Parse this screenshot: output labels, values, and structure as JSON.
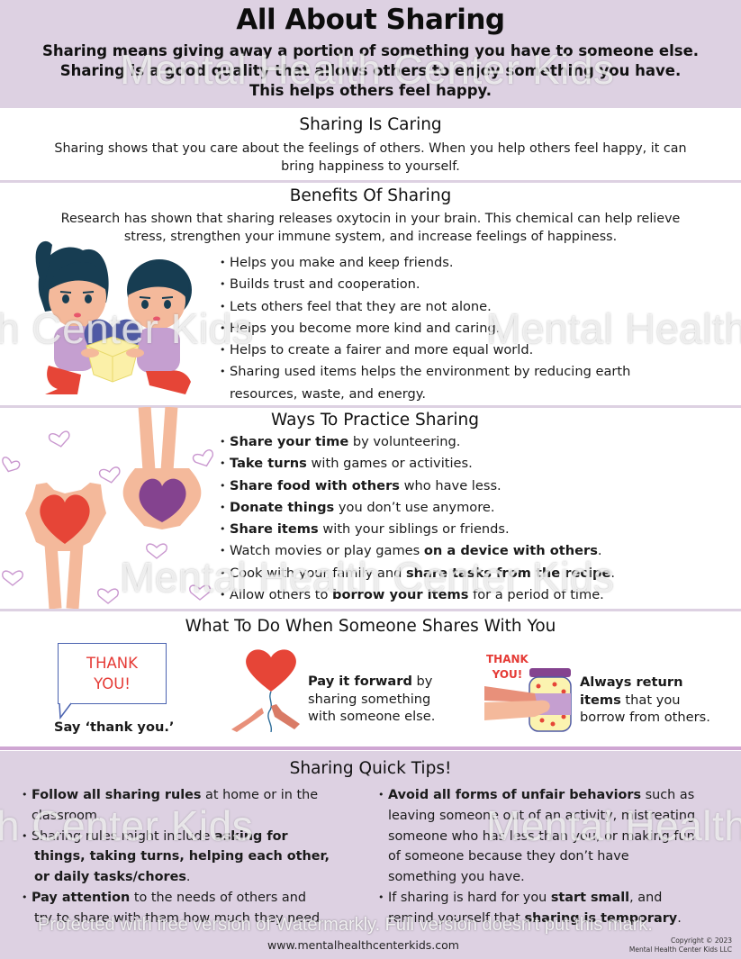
{
  "header": {
    "title": "All About Sharing",
    "intro_lines": [
      "Sharing means giving away a portion of something you have to someone else.",
      "Sharing is a good quality that allows others to enjoy something you have.",
      "This helps others feel happy."
    ]
  },
  "sharing_is_caring": {
    "title": "Sharing Is Caring",
    "lines": [
      "Sharing shows that you care about the feelings of others.  When you help others feel happy, it can",
      "bring happiness to yourself."
    ]
  },
  "benefits": {
    "title": "Benefits Of Sharing",
    "lines": [
      "Research has shown that sharing releases oxytocin in your brain.  This chemical can help relieve",
      "stress, strengthen your immune system, and increase feelings of happiness."
    ],
    "items": [
      "Helps you make and keep friends.",
      "Builds trust and cooperation.",
      "Lets others feel that they are not alone.",
      "Helps you become more kind and caring.",
      "Helps to create a fairer and more equal world.",
      "Sharing used items helps the environment by reducing earth"
    ],
    "item_continuation": "resources, waste, and energy.",
    "illustration": "two-children-sharing-heart-box"
  },
  "ways": {
    "title": "Ways To Practice Sharing",
    "items": [
      {
        "pre": "",
        "bold": "Share your time",
        "post": " by volunteering."
      },
      {
        "pre": "",
        "bold": "Take turns",
        "post": " with games or activities."
      },
      {
        "pre": "",
        "bold": "Share food with others",
        "post": " who have less."
      },
      {
        "pre": "",
        "bold": "Donate things",
        "post": " you don’t use anymore."
      },
      {
        "pre": "",
        "bold": "Share items",
        "post": " with your siblings or friends."
      },
      {
        "pre": "Watch movies or play games ",
        "bold": "on a device with others",
        "post": "."
      },
      {
        "pre": "Cook with your family and ",
        "bold": "share tasks from the recipe",
        "post": "."
      },
      {
        "pre": "Allow others to ",
        "bold": "borrow your items",
        "post": " for a period of time."
      }
    ],
    "illustration": "hands-holding-hearts"
  },
  "what_to_do": {
    "title": "What To Do When Someone Shares With You",
    "thank_bubble": [
      "THANK",
      "YOU!"
    ],
    "say_thanks": "Say ‘thank you.’",
    "pay_forward": {
      "bold": "Pay it forward",
      "line1_rest": " by",
      "line2": "sharing something",
      "line3": "with someone else."
    },
    "jar_thank": [
      "THANK",
      "YOU!"
    ],
    "return_items": {
      "line1": "Always return",
      "bold2": "items",
      "line2_rest": " that you",
      "line3": "borrow from others."
    }
  },
  "tips": {
    "title": "Sharing Quick Tips!",
    "left": {
      "t1_bold": "Follow all sharing rules",
      "t1_rest": " at home or in the",
      "t1_cont": "classroom.",
      "t2_pre": "Sharing rules might include ",
      "t2_bold": "asking for",
      "t2_cont1": "things, taking turns, helping each other,",
      "t2_cont2": "or daily tasks/chores",
      "t2_end": ".",
      "t3_bold": "Pay attention",
      "t3_rest": " to the needs of others and",
      "t3_cont": "try to share with them how much they need."
    },
    "right": {
      "t1_bold": "Avoid all forms of unfair behaviors",
      "t1_rest": " such as",
      "t1_cont1": "leaving someone out of an activity, mistreating",
      "t1_cont2": "someone who has less than you, or making fun",
      "t1_cont3": "of someone because they don’t have",
      "t1_cont4": "something you have.",
      "t2_pre": "If sharing is hard for you ",
      "t2_bold": "start small",
      "t2_rest": ", and",
      "t2_cont_pre": "remind yourself that ",
      "t2_cont_bold": "sharing is temporary",
      "t2_cont_end": "."
    }
  },
  "footer": {
    "url": "www.mentalhealthcenterkids.com",
    "copyright_line1": "Copyright © 2023",
    "copyright_line2": "Mental Health Center Kids LLC"
  },
  "watermarks": {
    "brand": "Mental Health Center Kids",
    "left_fragment": "h Center Kids",
    "right_fragment": "Mental Health",
    "protect_notice": "Protected with free version of Watermarkly. Full version doesn't put this mark."
  },
  "colors": {
    "header_bg": "#ddd1e2",
    "strong_divider": "#cfa6d3",
    "thank_red": "#e53b36",
    "bubble_blue": "#4b63b0",
    "heart_red": "#e64537",
    "heart_purple": "#84438f",
    "skin": "#f4b99b",
    "hair": "#173d52"
  }
}
